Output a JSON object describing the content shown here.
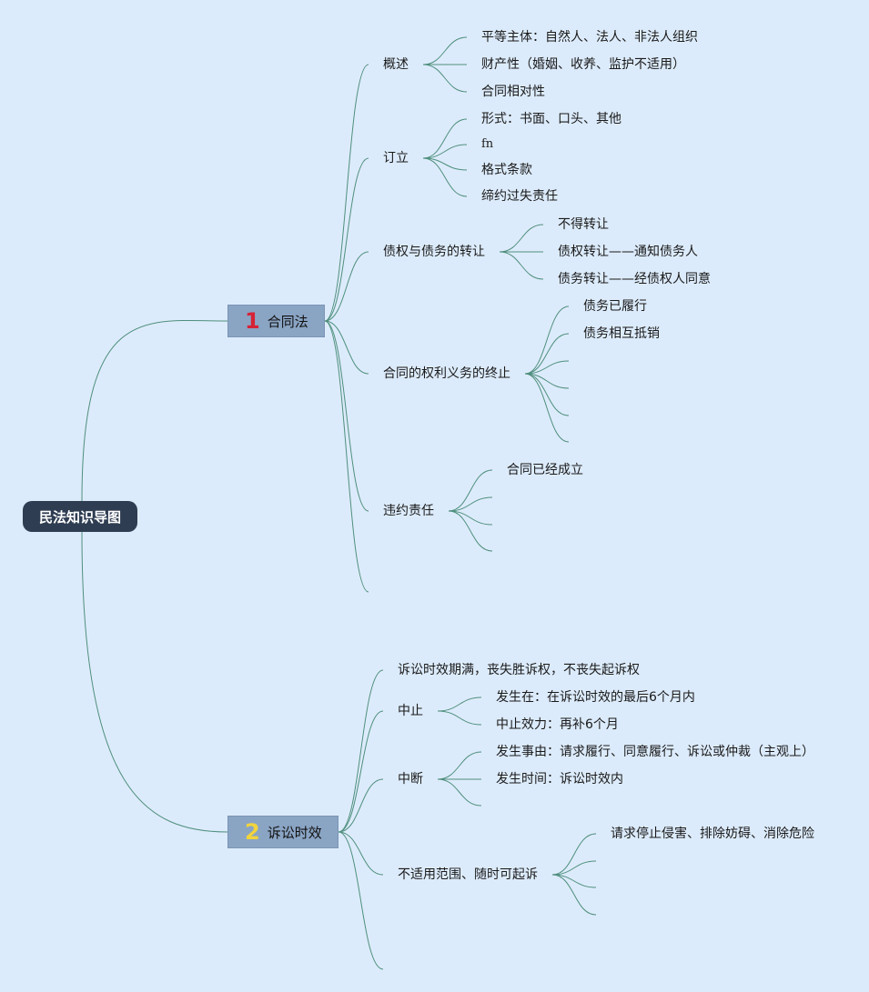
{
  "root": "民法知识导图",
  "colors": {
    "background": "#dcebfb",
    "line": "#4f8f7d",
    "root": "#2f3d52",
    "branch": "#8aa4c4",
    "badge1": "#d62336",
    "badge2": "#f2d43c"
  },
  "branches": [
    {
      "badge": "1",
      "label": "合同法",
      "children": [
        {
          "label": "概述",
          "children": [
            "平等主体：自然人、法人、非法人组织",
            "财产性（婚姻、收养、监护不适用）",
            "合同相对性"
          ]
        },
        {
          "label": "订立",
          "children": [
            "形式：书面、口头、其他",
            "fn",
            "格式条款",
            "缔约过失责任"
          ]
        },
        {
          "label": "债权与债务的转让",
          "children": [
            "不得转让",
            "债权转让——通知债务人",
            "债务转让——经债权人同意"
          ]
        },
        {
          "label": "合同的权利义务的终止",
          "children": [
            "债务已履行",
            "债务相互抵销",
            "",
            "",
            "",
            ""
          ]
        },
        {
          "label": "违约责任",
          "children": [
            "合同已经成立",
            "",
            "",
            ""
          ]
        },
        {
          "label": "",
          "children": []
        }
      ]
    },
    {
      "badge": "2",
      "label": "诉讼时效",
      "children": [
        {
          "label": "诉讼时效期满，丧失胜诉权，不丧失起诉权",
          "children": []
        },
        {
          "label": "中止",
          "children": [
            "发生在：在诉讼时效的最后6个月内",
            "中止效力：再补6个月"
          ]
        },
        {
          "label": "中断",
          "children": [
            "发生事由：请求履行、同意履行、诉讼或仲裁（主观上）",
            "发生时间：诉讼时效内",
            ""
          ]
        },
        {
          "label": "不适用范围、随时可起诉",
          "children": [
            "请求停止侵害、排除妨碍、消除危险",
            "",
            "",
            ""
          ]
        },
        {
          "label": "",
          "children": []
        }
      ]
    }
  ]
}
